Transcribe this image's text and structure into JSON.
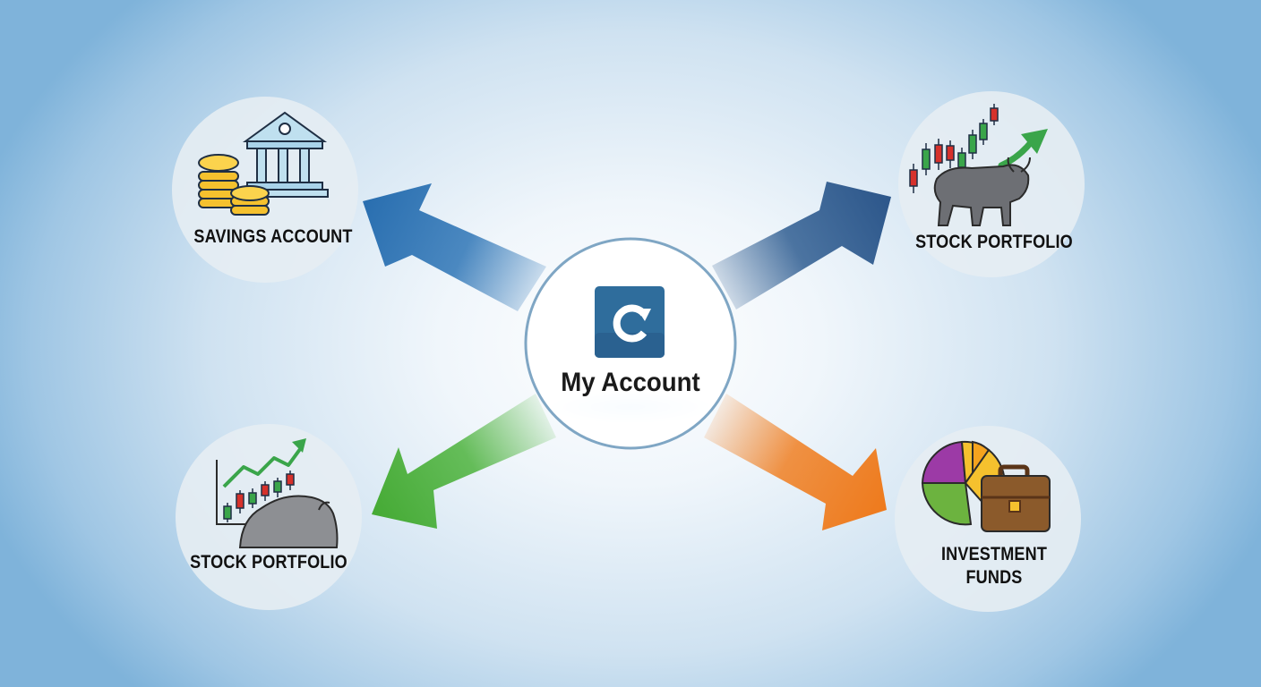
{
  "center": {
    "label": "My Account",
    "icon": "account-sync-icon",
    "icon_color": "#2f6d9c"
  },
  "nodes": [
    {
      "id": "savings",
      "label": "SAVINGS ACCOUNT",
      "icon": "bank-coins-icon",
      "arrow_color": "#2e75b6"
    },
    {
      "id": "stock-tr",
      "label": "STOCK PORTFOLIO",
      "icon": "bull-candlestick-icon",
      "arrow_color": "#2f5d91"
    },
    {
      "id": "stock-bl",
      "label": "STOCK PORTFOLIO",
      "icon": "bull-chart-icon",
      "arrow_color": "#4db33d"
    },
    {
      "id": "funds",
      "label": "INVESTMENT\nFUNDS",
      "icon": "pie-briefcase-icon",
      "arrow_color": "#f07f22"
    }
  ],
  "colors": {
    "blue": "#2e75b6",
    "navy": "#2f5d91",
    "green": "#4db33d",
    "orange": "#f07f22",
    "coin": "#f5c12e",
    "candle_up": "#3aa54a",
    "candle_down": "#d6312b"
  }
}
